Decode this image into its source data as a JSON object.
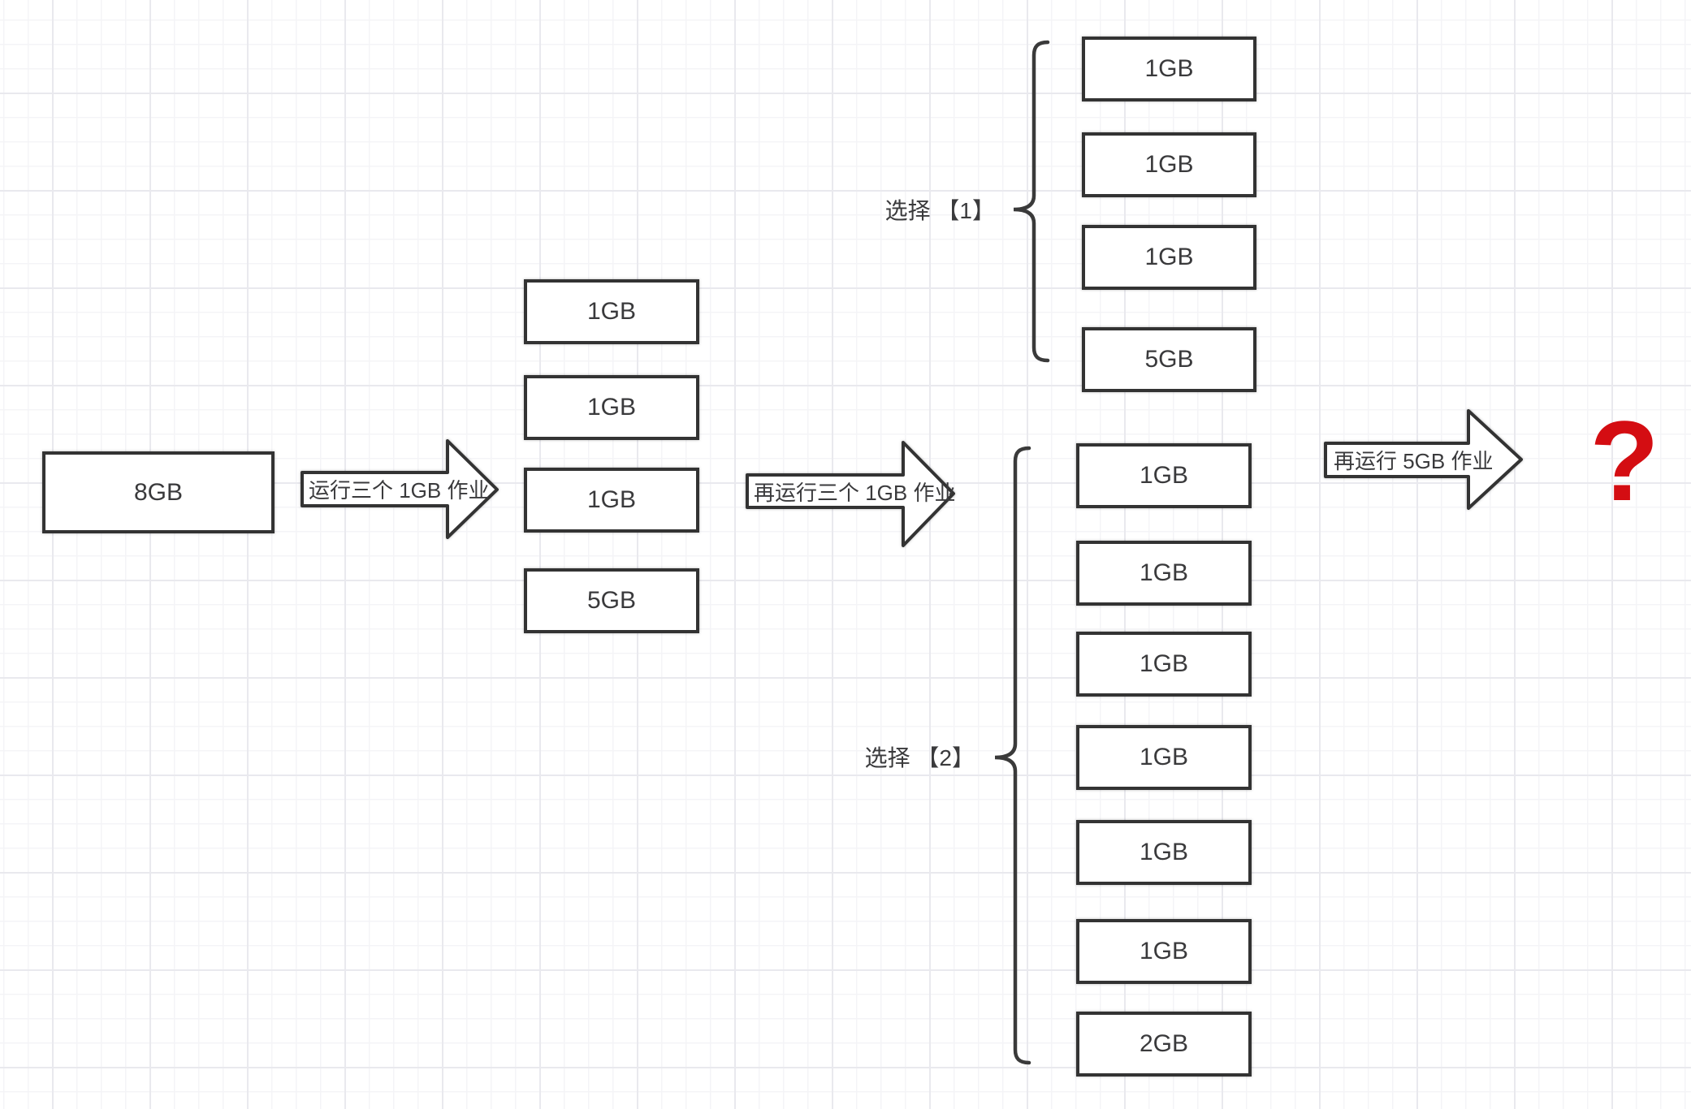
{
  "colors": {
    "shape_stroke": "#333333",
    "text": "#3a3a3c",
    "question_red": "#d40d12",
    "grid_minor": "#f4f4f7",
    "grid_major": "#e9e9ee",
    "background": "#ffffff"
  },
  "start": {
    "label": "8GB"
  },
  "arrows": {
    "step1": "运行三个 1GB 作业",
    "step2": "再运行三个 1GB 作业",
    "step3": "再运行 5GB 作业"
  },
  "after_three_jobs": {
    "boxes": [
      "1GB",
      "1GB",
      "1GB",
      "5GB"
    ]
  },
  "choice1": {
    "label": "选择 【1】",
    "boxes": [
      "1GB",
      "1GB",
      "1GB",
      "5GB"
    ]
  },
  "choice2": {
    "label": "选择 【2】",
    "boxes": [
      "1GB",
      "1GB",
      "1GB",
      "1GB",
      "1GB",
      "1GB",
      "2GB"
    ]
  },
  "result": {
    "label": "?"
  }
}
